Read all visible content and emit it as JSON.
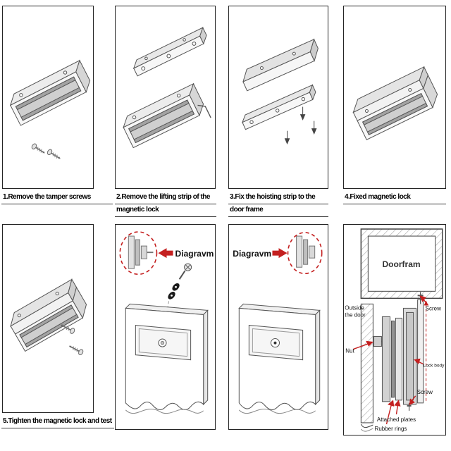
{
  "captions": {
    "c1": [
      "1.Remove the tamper screws"
    ],
    "c2": [
      "2.Remove the lifting strip of the",
      "magnetic lock"
    ],
    "c3": [
      "3.Fix the hoisting strip to the",
      "door frame"
    ],
    "c4": [
      "4.Fixed magnetic lock"
    ],
    "c5": [
      "5.Tighten the magnetic lock and test"
    ]
  },
  "detail_labels": {
    "panel6": "Diagravm",
    "panel7": "Diagravm"
  },
  "section_labels": {
    "doorframe": "Doorfram",
    "outside_line1": "Outside",
    "outside_line2": "the door",
    "nut": "Nut",
    "screw_top": "Screw",
    "lock_body": "Lock body",
    "screw_bottom": "Screw",
    "attached_plates": "Attached plates",
    "rubber_rings": "Rubber rings"
  },
  "colors": {
    "arrow_red": "#c42020",
    "drawing_gray": "#666666",
    "panel_border": "#242424"
  }
}
